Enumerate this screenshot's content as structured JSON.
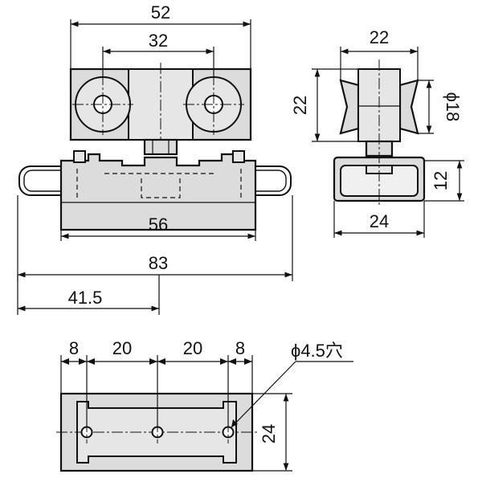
{
  "dimensions": {
    "top_width": "52",
    "top_hole_pitch": "32",
    "base_length": "56",
    "overall_length": "83",
    "half_length": "41.5",
    "side_width": "22",
    "side_height": "22",
    "roller_diameter": "ϕ18",
    "bracket_height": "12",
    "bracket_width": "24",
    "plan_left_edge": "8",
    "plan_pitch_1": "20",
    "plan_pitch_2": "20",
    "plan_right_edge": "8",
    "hole_callout": "ϕ4.5穴",
    "plan_width": "24"
  }
}
